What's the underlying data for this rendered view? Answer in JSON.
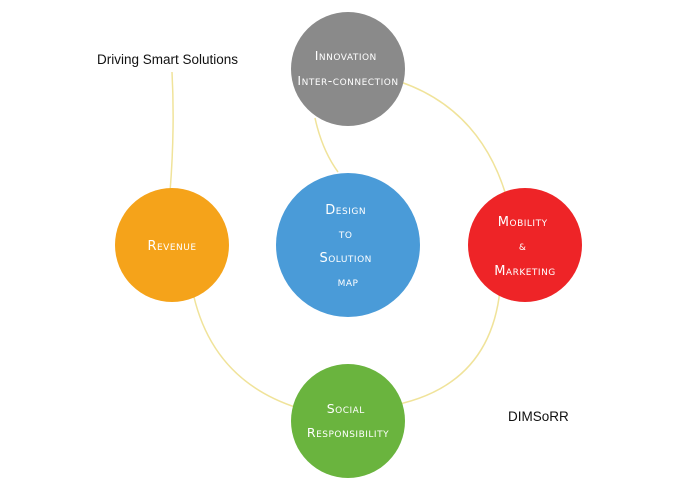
{
  "tagline": "Driving Smart Solutions",
  "brand": "DIMSoRR",
  "colors": {
    "connector": "#f0e39a",
    "innovation": "#8a8a8a",
    "center": "#4a9bd8",
    "revenue": "#f5a31a",
    "mobility": "#ee2427",
    "social": "#6ab43e"
  },
  "nodes": {
    "innovation": {
      "lines": [
        "Innovation",
        "Inter-connection"
      ]
    },
    "center": {
      "lines": [
        "Design",
        "to",
        "Solution",
        "map"
      ]
    },
    "revenue": {
      "lines": [
        "Revenue"
      ]
    },
    "mobility": {
      "lines": [
        "Mobility",
        "&",
        "Marketing"
      ]
    },
    "social": {
      "lines": [
        "Social",
        "Responsibility"
      ]
    }
  }
}
